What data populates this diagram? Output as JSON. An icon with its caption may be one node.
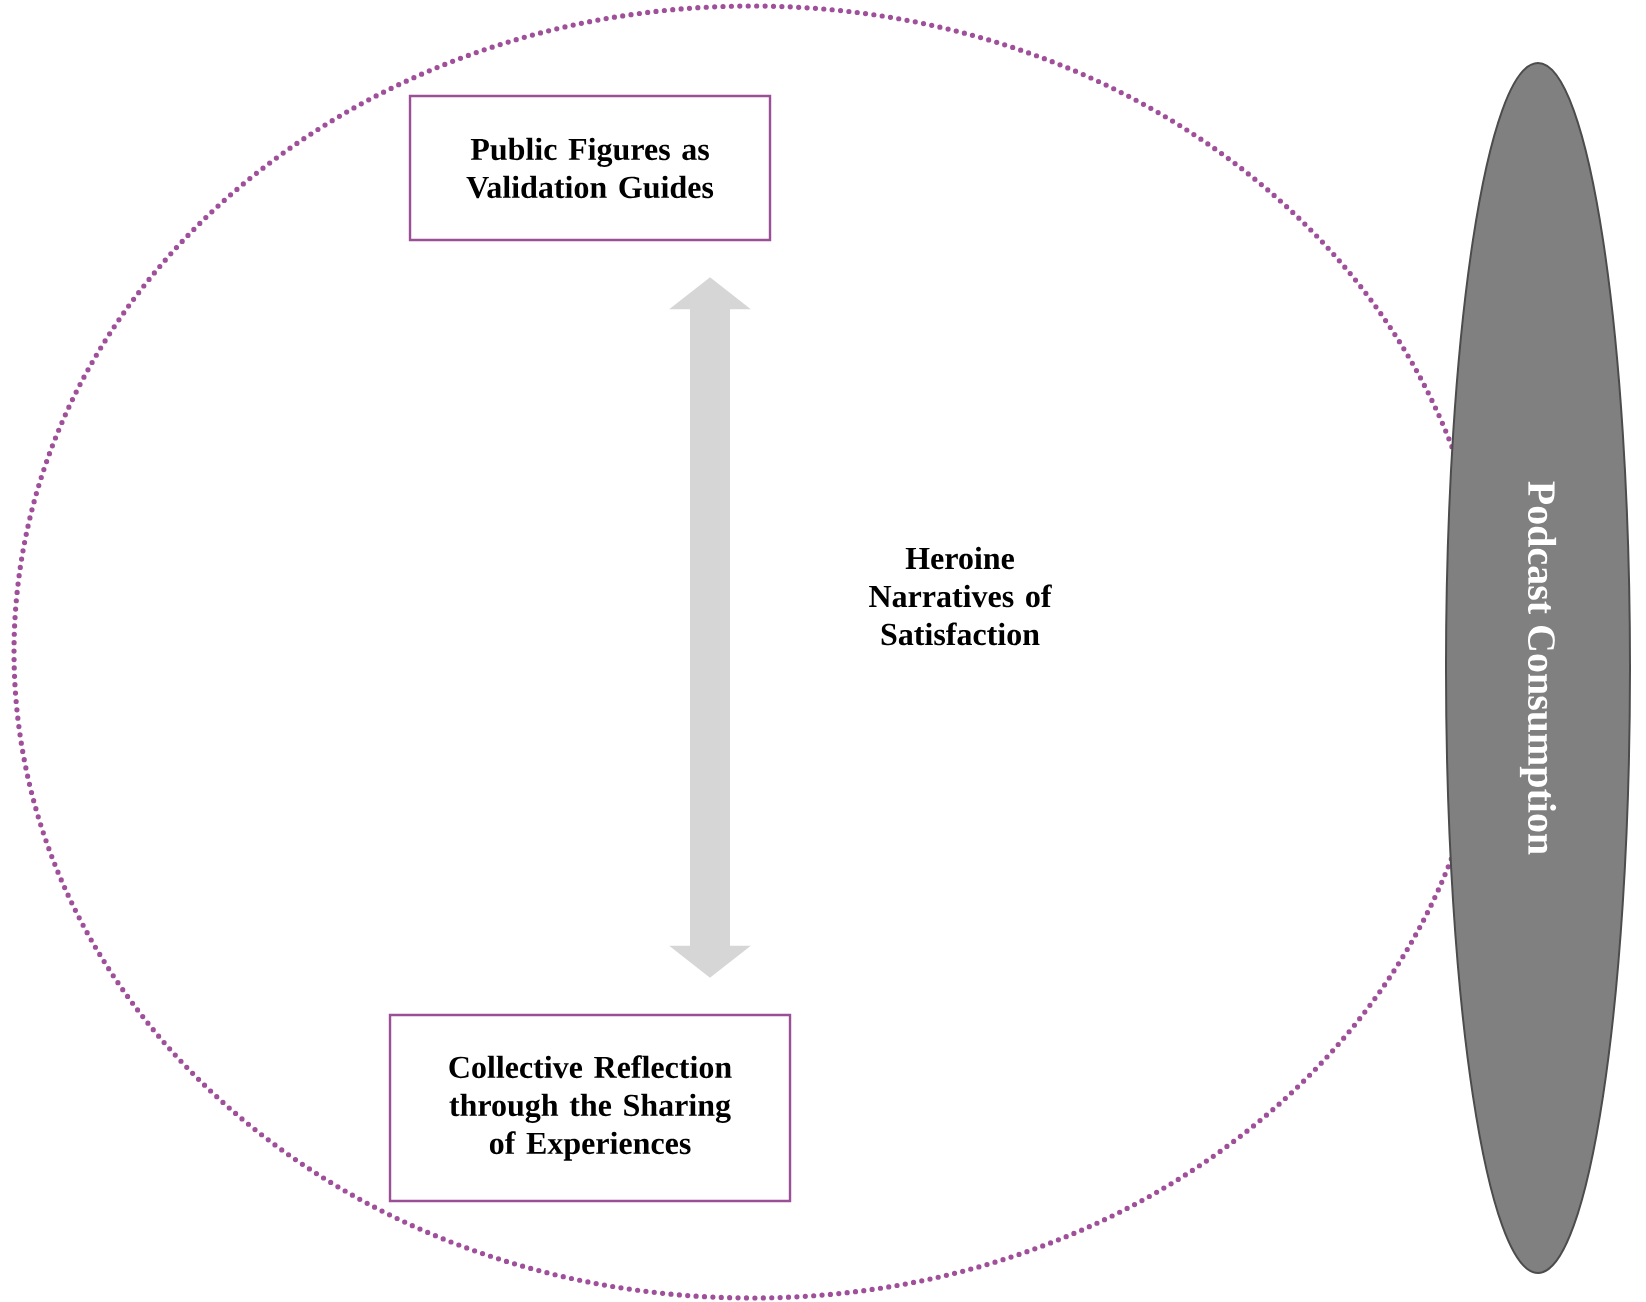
{
  "diagram": {
    "nodes": [
      {
        "text": [
          "Heroine Narratives of Satisfaction"
        ]
      },
      {
        "text": [
          "Public Figures as Validation Guides"
        ],
        "in": 0
      },
      {
        "text": [
          "Collective Reflection through the Sharing of Experiences"
        ],
        "in": 0
      },
      {
        "text": [
          "Podcast Consumption"
        ]
      }
    ],
    "edges": [
      {
        "from": 1,
        "to": 2,
        "arrow": "both"
      }
    ]
  }
}
